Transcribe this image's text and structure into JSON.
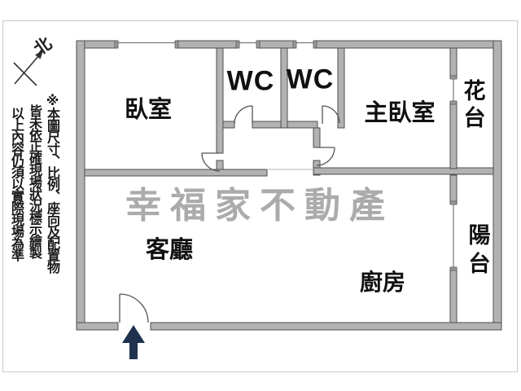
{
  "compass": {
    "north_label": "北"
  },
  "disclaimer": {
    "column_right": "※本圖尺寸、比例、座向及配置物",
    "column_middle": "皆未依正確現場狀況標示繪製",
    "column_left": "以上內容仍須以實際現場為準"
  },
  "watermark": {
    "text": "幸福家不動產",
    "color": "#ababab"
  },
  "rooms": {
    "bedroom": {
      "label": "臥室"
    },
    "wc_left": {
      "label": "WC"
    },
    "wc_right": {
      "label": "WC"
    },
    "master_bedroom": {
      "label": "主臥室"
    },
    "flower_bed": {
      "label": "花台"
    },
    "living_room": {
      "label": "客廳"
    },
    "kitchen": {
      "label": "廚房"
    },
    "balcony": {
      "label": "陽台"
    }
  },
  "colors": {
    "background": "#ffffff",
    "wall_fill": "#b2b2b2",
    "wall_outline": "#4f4f4f",
    "window_line": "#777777",
    "door_line": "#555555",
    "watermark": "#ababab",
    "entrance_arrow": "#1f3250",
    "frame": "#c9c9c9",
    "text": "#111111"
  }
}
